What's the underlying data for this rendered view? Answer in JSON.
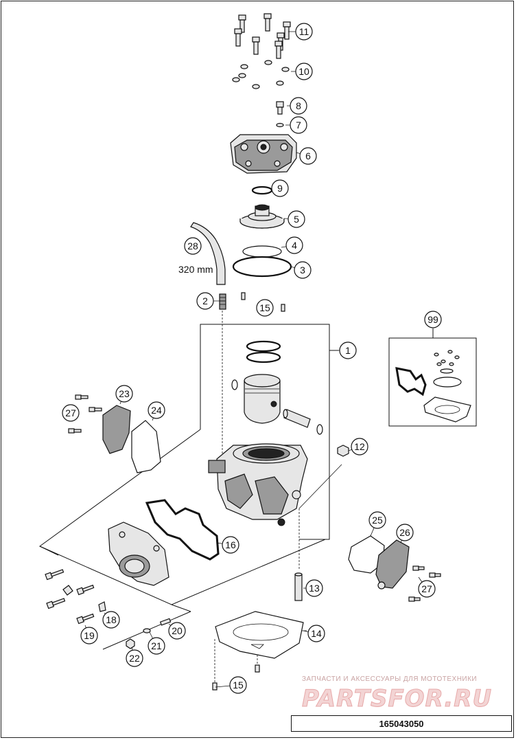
{
  "diagram": {
    "callouts": [
      "11",
      "10",
      "8",
      "7",
      "6",
      "9",
      "5",
      "28",
      "4",
      "3",
      "2",
      "15",
      "1",
      "99",
      "23",
      "24",
      "27",
      "12",
      "16",
      "25",
      "26",
      "27",
      "13",
      "18",
      "19",
      "20",
      "14",
      "21",
      "22",
      "15"
    ],
    "dimension_label": "320 mm"
  },
  "watermark": {
    "caption": "ЗАПЧАСТИ И АКСЕССУАРЫ ДЛЯ МОТОТЕХНИКИ",
    "logo_text": "PARTSFOR.RU"
  },
  "document_number": "165043050"
}
